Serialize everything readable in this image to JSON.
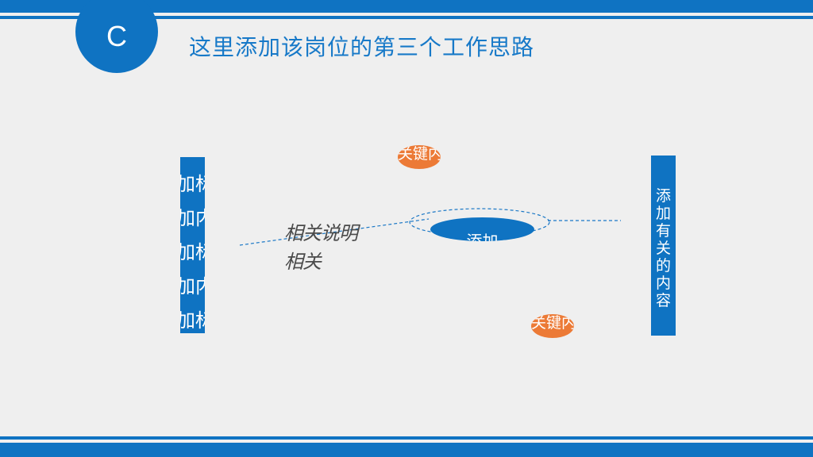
{
  "header": {
    "badge_letter": "C",
    "title": "这里添加该岗位的第三个工作思路"
  },
  "left_panel": {
    "lines": [
      "加标",
      "加内",
      "加标",
      "加内",
      "加标"
    ]
  },
  "right_panel": {
    "text": "添加有关的内容"
  },
  "description": {
    "line1": "相关说明",
    "line2": "相关"
  },
  "key_bubbles": [
    {
      "text": "关键内容"
    },
    {
      "text": "关键内容"
    }
  ],
  "center_pill": {
    "text": "添加"
  },
  "colors": {
    "primary_blue": "#0f73c2",
    "orange": "#ec7a36",
    "background": "#efefef"
  }
}
